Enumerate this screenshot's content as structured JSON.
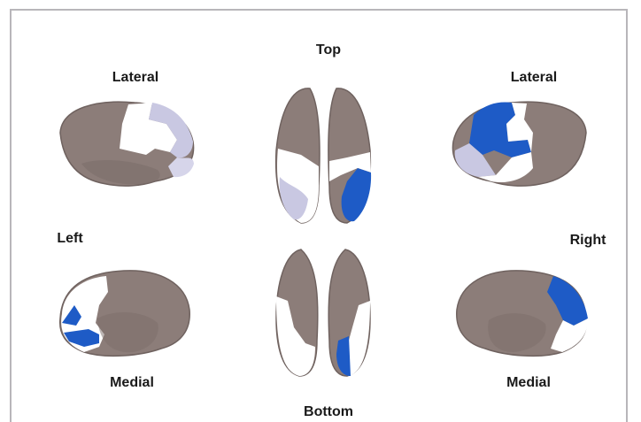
{
  "labels": {
    "top": "Top",
    "bottom": "Bottom",
    "left": "Left",
    "right": "Right",
    "lateral_left": "Lateral",
    "lateral_right": "Lateral",
    "medial_left": "Medial",
    "medial_right": "Medial"
  },
  "colors": {
    "cortex": "#8c7d79",
    "cortex_shadow": "#6f625f",
    "region_white": "#ffffff",
    "region_lavender": "#c9c8e2",
    "region_blue": "#1e5bc6",
    "frame_border": "#b8b6ba"
  }
}
